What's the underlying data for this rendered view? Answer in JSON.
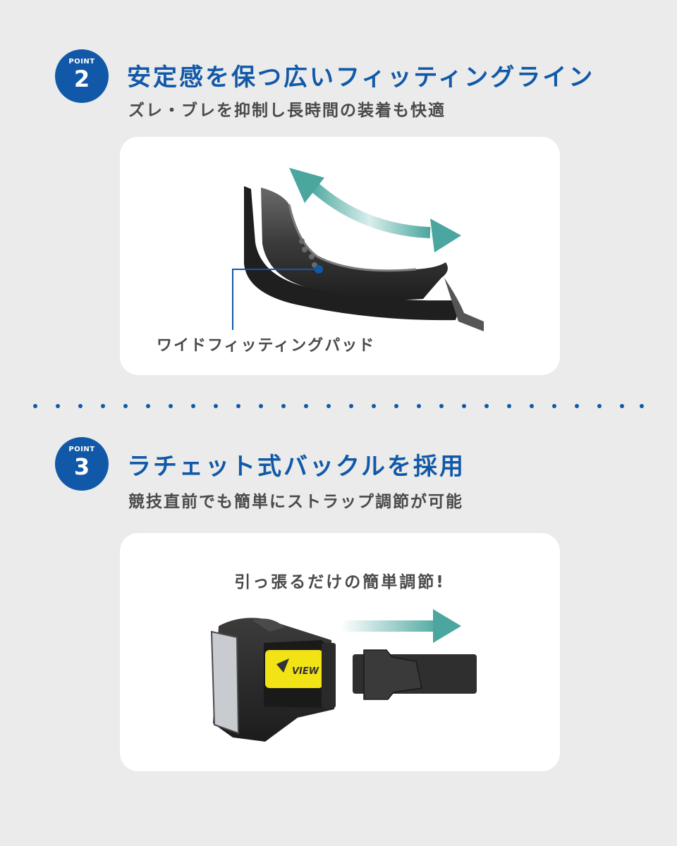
{
  "colors": {
    "brand_blue": "#1159a8",
    "teal": "#4aa69e",
    "background": "#ebebeb",
    "card": "#ffffff",
    "logo_yellow": "#f2e316"
  },
  "point2": {
    "badge_label": "POINT",
    "badge_number": "2",
    "title": "安定感を保つ広いフィッティングライン",
    "subtitle": "ズレ・ブレを抑制し長時間の装着も快適",
    "callout_label": "ワイドフィッティングパッド",
    "icons": [
      "curved-double-arrow-icon",
      "goggle-pad-illustration"
    ]
  },
  "point3": {
    "badge_label": "POINT",
    "badge_number": "3",
    "title": "ラチェット式バックルを採用",
    "subtitle": "競技直前でも簡単にストラップ調節が可能",
    "caption": "引っ張るだけの簡単調節!",
    "logo_text": "VIEW",
    "icons": [
      "right-arrow-icon",
      "goggle-buckle-illustration"
    ]
  }
}
